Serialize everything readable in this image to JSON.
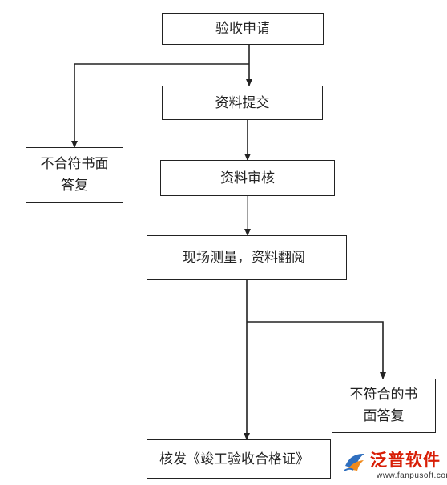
{
  "flowchart": {
    "nodes": {
      "acceptance_application": "验收申请",
      "submit_materials": "资料提交",
      "material_review": "资料审核",
      "site_survey": "现场测量，资料翻阅",
      "issue_certificate": "核发《竣工验收合格证》",
      "nonconforming_reply_1": "不合符书面\n答复",
      "nonconforming_reply_2": "不符合的书\n面答复"
    }
  },
  "logo": {
    "name": "泛普软件",
    "url": "www.fanpusoft.com",
    "color": "#d81e06"
  }
}
